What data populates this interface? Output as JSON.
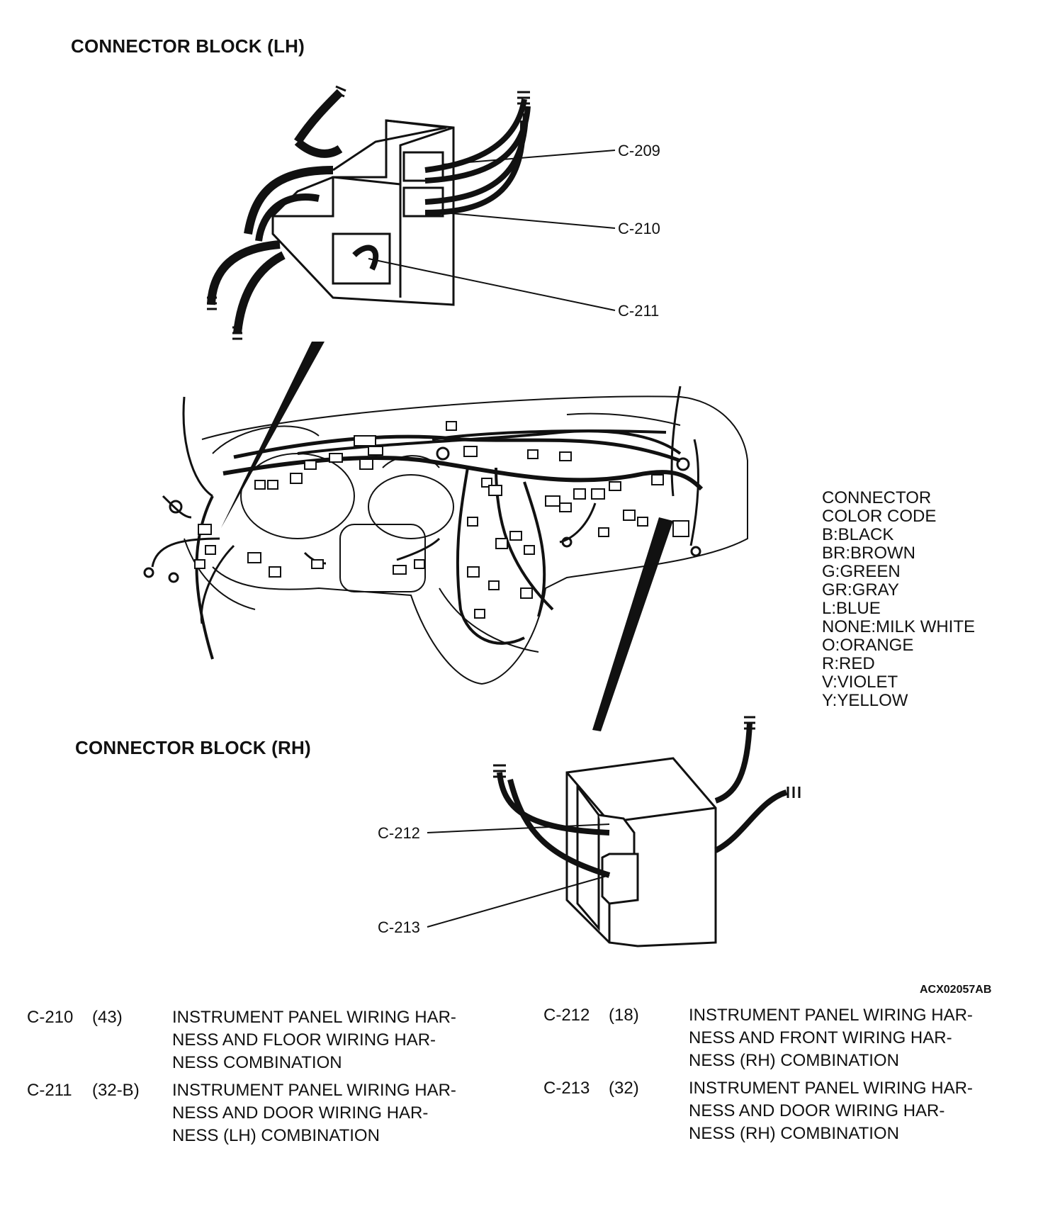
{
  "headings": {
    "lh": "CONNECTOR BLOCK (LH)",
    "rh": "CONNECTOR BLOCK (RH)"
  },
  "callouts": {
    "c209": "C-209",
    "c210": "C-210",
    "c211": "C-211",
    "c212": "C-212",
    "c213": "C-213"
  },
  "legend": {
    "title_1": "CONNECTOR",
    "title_2": "COLOR CODE",
    "codes": [
      "B:BLACK",
      "BR:BROWN",
      "G:GREEN",
      "GR:GRAY",
      "L:BLUE",
      "NONE:MILK WHITE",
      "O:ORANGE",
      "R:RED",
      "V:VIOLET",
      "Y:YELLOW"
    ]
  },
  "figure_code": "ACX02057AB",
  "descriptions": [
    {
      "id": "C-210",
      "pins": "(43)",
      "lines": [
        "INSTRUMENT PANEL WIRING HAR-",
        "NESS AND FLOOR WIRING HAR-",
        "NESS COMBINATION"
      ]
    },
    {
      "id": "C-211",
      "pins": "(32-B)",
      "lines": [
        "INSTRUMENT PANEL WIRING HAR-",
        "NESS AND DOOR WIRING HAR-",
        "NESS (LH) COMBINATION"
      ]
    },
    {
      "id": "C-212",
      "pins": "(18)",
      "lines": [
        "INSTRUMENT PANEL WIRING HAR-",
        "NESS AND FRONT WIRING HAR-",
        "NESS (RH) COMBINATION"
      ]
    },
    {
      "id": "C-213",
      "pins": "(32)",
      "lines": [
        "INSTRUMENT PANEL WIRING HAR-",
        "NESS AND DOOR WIRING HAR-",
        "NESS (RH) COMBINATION"
      ]
    }
  ]
}
